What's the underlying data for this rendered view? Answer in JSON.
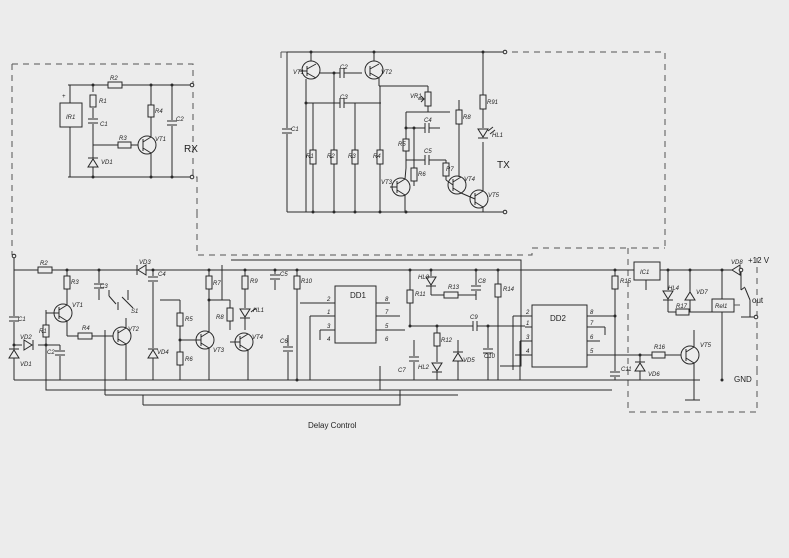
{
  "blocks": {
    "rx": "RX",
    "tx": "TX",
    "delay": "Delay Control"
  },
  "power": {
    "vplus": "+12 V",
    "gnd": "GND",
    "out": "out"
  },
  "ics": {
    "dd1": "DD1",
    "dd2": "DD2",
    "ic1": "IC1",
    "rel1": "Rel1"
  },
  "pins": {
    "dd1_left": [
      "2",
      "1",
      "3",
      "4"
    ],
    "dd1_right": [
      "8",
      "7",
      "5",
      "6"
    ],
    "dd2_left": [
      "2",
      "1",
      "3",
      "4"
    ],
    "dd2_right": [
      "8",
      "7",
      "6",
      "5"
    ]
  },
  "rx_labels": [
    "R2",
    "R1",
    "C1",
    "IR1",
    "R4",
    "C2",
    "R3",
    "VT1",
    "VD1"
  ],
  "tx_labels": [
    "VT1",
    "C2",
    "VT2",
    "C3",
    "C1",
    "R1",
    "R2",
    "R3",
    "R4",
    "VR1",
    "C4",
    "R5",
    "C5",
    "R6",
    "R7",
    "VT3",
    "VT4",
    "VT5",
    "R8",
    "R91",
    "HL1"
  ],
  "main_labels": [
    "C1",
    "VD2",
    "VD1",
    "R1",
    "C2",
    "R2",
    "R3",
    "VT1",
    "R4",
    "C3",
    "S1",
    "VT2",
    "VD3",
    "C4",
    "VD4",
    "R5",
    "R6",
    "VT3",
    "R7",
    "R8",
    "R9",
    "HL1",
    "VT4",
    "C5",
    "R10",
    "C6",
    "R11",
    "HL3",
    "R13",
    "C8",
    "R14",
    "C9",
    "R12",
    "C7",
    "HL2",
    "VD5",
    "C10",
    "R15",
    "C11",
    "VD6",
    "HL4",
    "VD7",
    "R17",
    "R16",
    "VT5",
    "VD8"
  ]
}
